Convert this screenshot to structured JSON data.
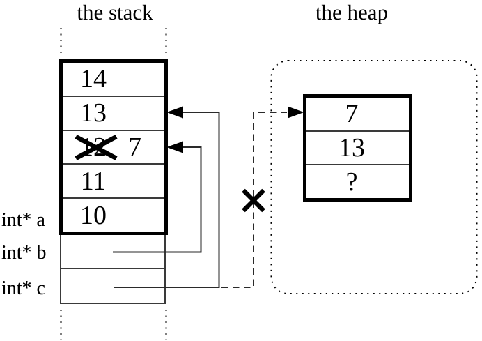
{
  "diagram": {
    "stack": {
      "title": "the stack",
      "frame_rows": [
        {
          "value": "14"
        },
        {
          "value": "13"
        },
        {
          "old_value": "12",
          "new_value": "7",
          "crossed_out": true
        },
        {
          "value": "11"
        },
        {
          "value": "10"
        }
      ],
      "pointer_variables": [
        {
          "label": "int* a"
        },
        {
          "label": "int* b"
        },
        {
          "label": "int* c"
        }
      ]
    },
    "heap": {
      "title": "the heap",
      "block_cells": [
        {
          "value": "7"
        },
        {
          "value": "13"
        },
        {
          "value": "?"
        }
      ]
    },
    "connectors": [
      {
        "name": "pointer-b",
        "from": "int* b",
        "to": "stack cell 7 (old 12)",
        "style": "solid-arrow"
      },
      {
        "name": "pointer-c",
        "from": "int* c",
        "to": "stack cell 13",
        "style": "solid-arrow"
      },
      {
        "name": "dangling-pointer",
        "from": "int* c",
        "to": "heap cell 7",
        "style": "dashed-arrow",
        "crossed_out": true
      }
    ],
    "icons": {
      "cross_out": "heavy-x-mark",
      "arrowhead": "filled-triangle"
    },
    "colors": {
      "line": "#000000",
      "thin_line": "#3a3a3a",
      "background": "#ffffff",
      "text": "#000000"
    }
  }
}
